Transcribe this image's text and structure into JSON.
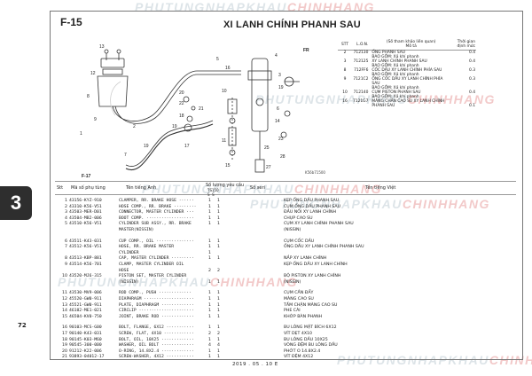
{
  "watermark": {
    "brand_a": "PHUTUNGNHAPKHAU",
    "brand_b": "CHINHHANG"
  },
  "sheet": {
    "code": "F-15",
    "title": "XI LANH CHÍNH PHANH SAU",
    "chapter": "3",
    "page": "72",
    "footer": "2019 . 05 . 10      E"
  },
  "diagram": {
    "code": "K56b71500",
    "fr_label": "FR",
    "f17_label": "F-17",
    "callouts": [
      "1",
      "2",
      "3",
      "4",
      "5",
      "6",
      "7",
      "8",
      "9",
      "10",
      "11",
      "12",
      "13",
      "14",
      "15",
      "16",
      "17",
      "18",
      "19",
      "20",
      "21",
      "22",
      "23",
      "25",
      "27",
      "28"
    ]
  },
  "side_table": {
    "headers": {
      "stt": "STT",
      "lon": "L.O.N.",
      "desc": "(Số tham khảo liên quan)\nMô tả",
      "interval": "Thời gian\nđịnh mức"
    },
    "rows": [
      {
        "stt": "2",
        "lon": "712130",
        "desc": "ỐNG PHANH SAU",
        "t": "0.4"
      },
      {
        "stt": "",
        "lon": "",
        "desc": "BAO GỒM: Xả khí phanh",
        "t": ""
      },
      {
        "stt": "3",
        "lon": "712125",
        "desc": "XY LANH CHÍNH PHANH SAU",
        "t": "0.4"
      },
      {
        "stt": "",
        "lon": "",
        "desc": "BAO GỒM: Xả khí phanh",
        "t": ""
      },
      {
        "stt": "8",
        "lon": "712FF6",
        "desc": "CỐC DẦU XY LANH CHÍNH PHÍA SAU",
        "t": "0.3"
      },
      {
        "stt": "",
        "lon": "",
        "desc": "BAO GỒM: Xả khí phanh",
        "t": ""
      },
      {
        "stt": "9",
        "lon": "7121C2",
        "desc": "ỐNG CỐC DẦU XY LANH CHÍNH PHÍA SAU",
        "t": "0.3"
      },
      {
        "stt": "",
        "lon": "",
        "desc": "BAO GỒM: Xả khí phanh",
        "t": ""
      },
      {
        "stt": "10",
        "lon": "712140",
        "desc": "CỤM PISTON PHANH SAU",
        "t": "0.4"
      },
      {
        "stt": "",
        "lon": "",
        "desc": "BAO GỒM: Xả khí phanh",
        "t": ""
      },
      {
        "stt": "16",
        "lon": "7121G7",
        "desc": "MĂNG CHẮN CAO SU XY LANH CHÍNH",
        "t": ""
      },
      {
        "stt": "",
        "lon": "",
        "desc": "PHANH SAU",
        "t": "0.1"
      }
    ]
  },
  "parts_header": {
    "stt": "Stt",
    "partno": "Mã số phụ tùng",
    "name_en": "Tên tiếng Anh",
    "qty": "Số lượng yêu cầu",
    "models": "TS150\nS  S",
    "serial": "Số seri",
    "name_vn": "Tên tiếng Việt"
  },
  "parts": [
    {
      "idx": "1",
      "no": "43156-KYZ-910",
      "en": "CLAMPER, RR. BRAKE HOSE ······",
      "q1": "1",
      "q2": "1",
      "vn": "KẸP ỐNG DẦU PHANH SAU"
    },
    {
      "idx": "2",
      "no": "43310-K56-V51",
      "en": "HOSE COMP., RR. BRAKE ·········",
      "q1": "1",
      "q2": "1",
      "vn": "CỤM ỐNG DẦU PHANH SAU"
    },
    {
      "idx": "3",
      "no": "43503-MER-D01",
      "en": "CONNECTOR, MASTER CYLINDER ···",
      "q1": "1",
      "q2": "1",
      "vn": "ĐẦU NỐI XY LANH CHÍNH"
    },
    {
      "idx": "4",
      "no": "43504-MB2-006",
      "en": "BOOT COMP. ···················",
      "q1": "1",
      "q2": "1",
      "vn": "CHỤP CAO SU"
    },
    {
      "idx": "5",
      "no": "43510-K56-V51",
      "en": "CYLINDER SUB ASSY., RR. BRAKE",
      "q1": "1",
      "q2": "1",
      "vn": "CỤM XY LANH CHÍNH PHANH SAU"
    },
    {
      "idx": "",
      "no": "",
      "en": "MASTER(NISSIN)",
      "q1": "",
      "q2": "",
      "vn": "(NISSIN)"
    },
    {
      "idx": "6",
      "no": "43511-K43-031",
      "en": "CUP COMP., OIL ···············",
      "q1": "1",
      "q2": "1",
      "vn": "CỤM CỐC DẦU"
    },
    {
      "idx": "7",
      "no": "43512-K56-V51",
      "en": "HOSE, RR. BRAKE MASTER",
      "q1": "1",
      "q2": "1",
      "vn": "ỐNG DẦU XY LANH CHÍNH PHANH SAU"
    },
    {
      "idx": "",
      "no": "",
      "en": "CYLINDER",
      "q1": "1",
      "q2": "",
      "vn": ""
    },
    {
      "idx": "8",
      "no": "43513-KBP-881",
      "en": "CAP, MASTER CYLINDER ·········",
      "q1": "1",
      "q2": "1",
      "vn": "NẮP XY LANH CHÍNH"
    },
    {
      "idx": "9",
      "no": "43514-K56-701",
      "en": "CLAMP, MASTER CYLINDER OIL",
      "q1": "",
      "q2": "",
      "vn": "KẸP ỐNG DẦU XY LANH CHÍNH"
    },
    {
      "idx": "",
      "no": "",
      "en": "HOSE",
      "q1": "2",
      "q2": "2",
      "vn": ""
    },
    {
      "idx": "10",
      "no": "43520-MJ6-315",
      "en": "PISTON SET, MASTER CYLINDER",
      "q1": "",
      "q2": "",
      "vn": "BỘ PISTON XY LANH CHÍNH"
    },
    {
      "idx": "",
      "no": "",
      "en": "(NISSIN)",
      "q1": "1",
      "q2": "1",
      "vn": "(NISSIN)"
    },
    {
      "idx": "11",
      "no": "43530-MV9-006",
      "en": "ROD COMP., PUSH ·············",
      "q1": "1",
      "q2": "1",
      "vn": "CỤM CẦN ĐẨY"
    },
    {
      "idx": "12",
      "no": "45520-GW0-911",
      "en": "DIAPHRAGM ····················",
      "q1": "1",
      "q2": "1",
      "vn": "MÀNG CAO SU"
    },
    {
      "idx": "13",
      "no": "45521-GW0-911",
      "en": "PLATE, DIAPHRAGM ·············",
      "q1": "1",
      "q2": "1",
      "vn": "TẤM CHẶN MÀNG CAO SU"
    },
    {
      "idx": "14",
      "no": "46182-ME1-021",
      "en": "CIRCLIP ······················",
      "q1": "1",
      "q2": "1",
      "vn": "PHE CÀI"
    },
    {
      "idx": "15",
      "no": "46504-KV0-750",
      "en": "JOINT, BRAKE ROD ·············",
      "q1": "1",
      "q2": "1",
      "vn": "KHỚP BÀN PHANH"
    },
    {
      "idx": "16",
      "no": "90103-MCS-G00",
      "en": "BOLT, FLANGE, 6X12 ···········",
      "q1": "1",
      "q2": "1",
      "vn": "BU LÔNG MẶT BÍCH 6X12"
    },
    {
      "idx": "17",
      "no": "90140-K43-031",
      "en": "SCREW, FLAT, 4X10 ············",
      "q1": "2",
      "q2": "2",
      "vn": "VÍT DẸT 4X10"
    },
    {
      "idx": "18",
      "no": "90145-K03-M60",
      "en": "BOLT, OIL, 10X25 ·············",
      "q1": "1",
      "q2": "1",
      "vn": "BU LÔNG DẦU 10X25"
    },
    {
      "idx": "19",
      "no": "90545-300-000",
      "en": "WASHER, OIL BOLT ·············",
      "q1": "4",
      "q2": "4",
      "vn": "VÒNG ĐỆM BU LÔNG DẦU"
    },
    {
      "idx": "20",
      "no": "91212-K22-006",
      "en": "O-RING, 14.8X2.4 ·············",
      "q1": "1",
      "q2": "1",
      "vn": "PHỚT O 14.8X2.4"
    },
    {
      "idx": "21",
      "no": "93893-04012-17",
      "en": "SCREW-WASHER, 4X12 ···········",
      "q1": "1",
      "q2": "1",
      "vn": "VÍT ĐỆM 4X12"
    }
  ]
}
